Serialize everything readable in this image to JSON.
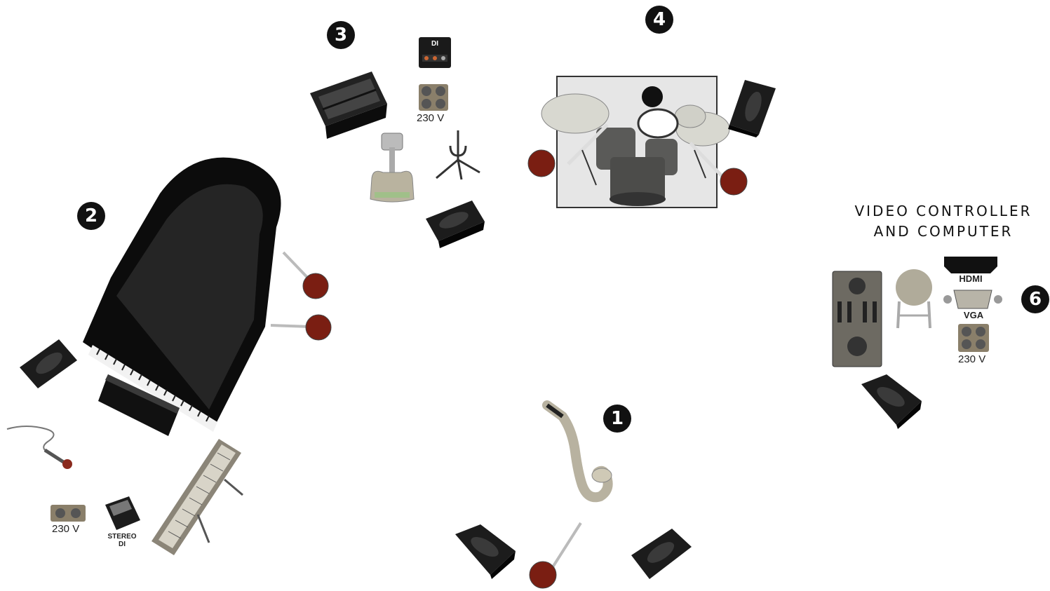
{
  "badges": {
    "b1": "1",
    "b2": "2",
    "b3": "3",
    "b4": "4",
    "b6": "6"
  },
  "labels": {
    "power_230_bass": "230 V",
    "power_230_piano": "230 V",
    "power_230_video": "230 V",
    "stereo_di_line1": "STEREO",
    "stereo_di_line2": "DI",
    "di_box": "DI",
    "hdmi": "HDMI",
    "vga": "VGA",
    "video_title_line1": "VIDEO CONTROLLER",
    "video_title_line2": "AND COMPUTER"
  },
  "colors": {
    "badge": "#111111",
    "mic_head": "#7a1e12",
    "monitor": "#151515",
    "cymbal": "#d8d8d0",
    "drum": "#5a5a58"
  }
}
